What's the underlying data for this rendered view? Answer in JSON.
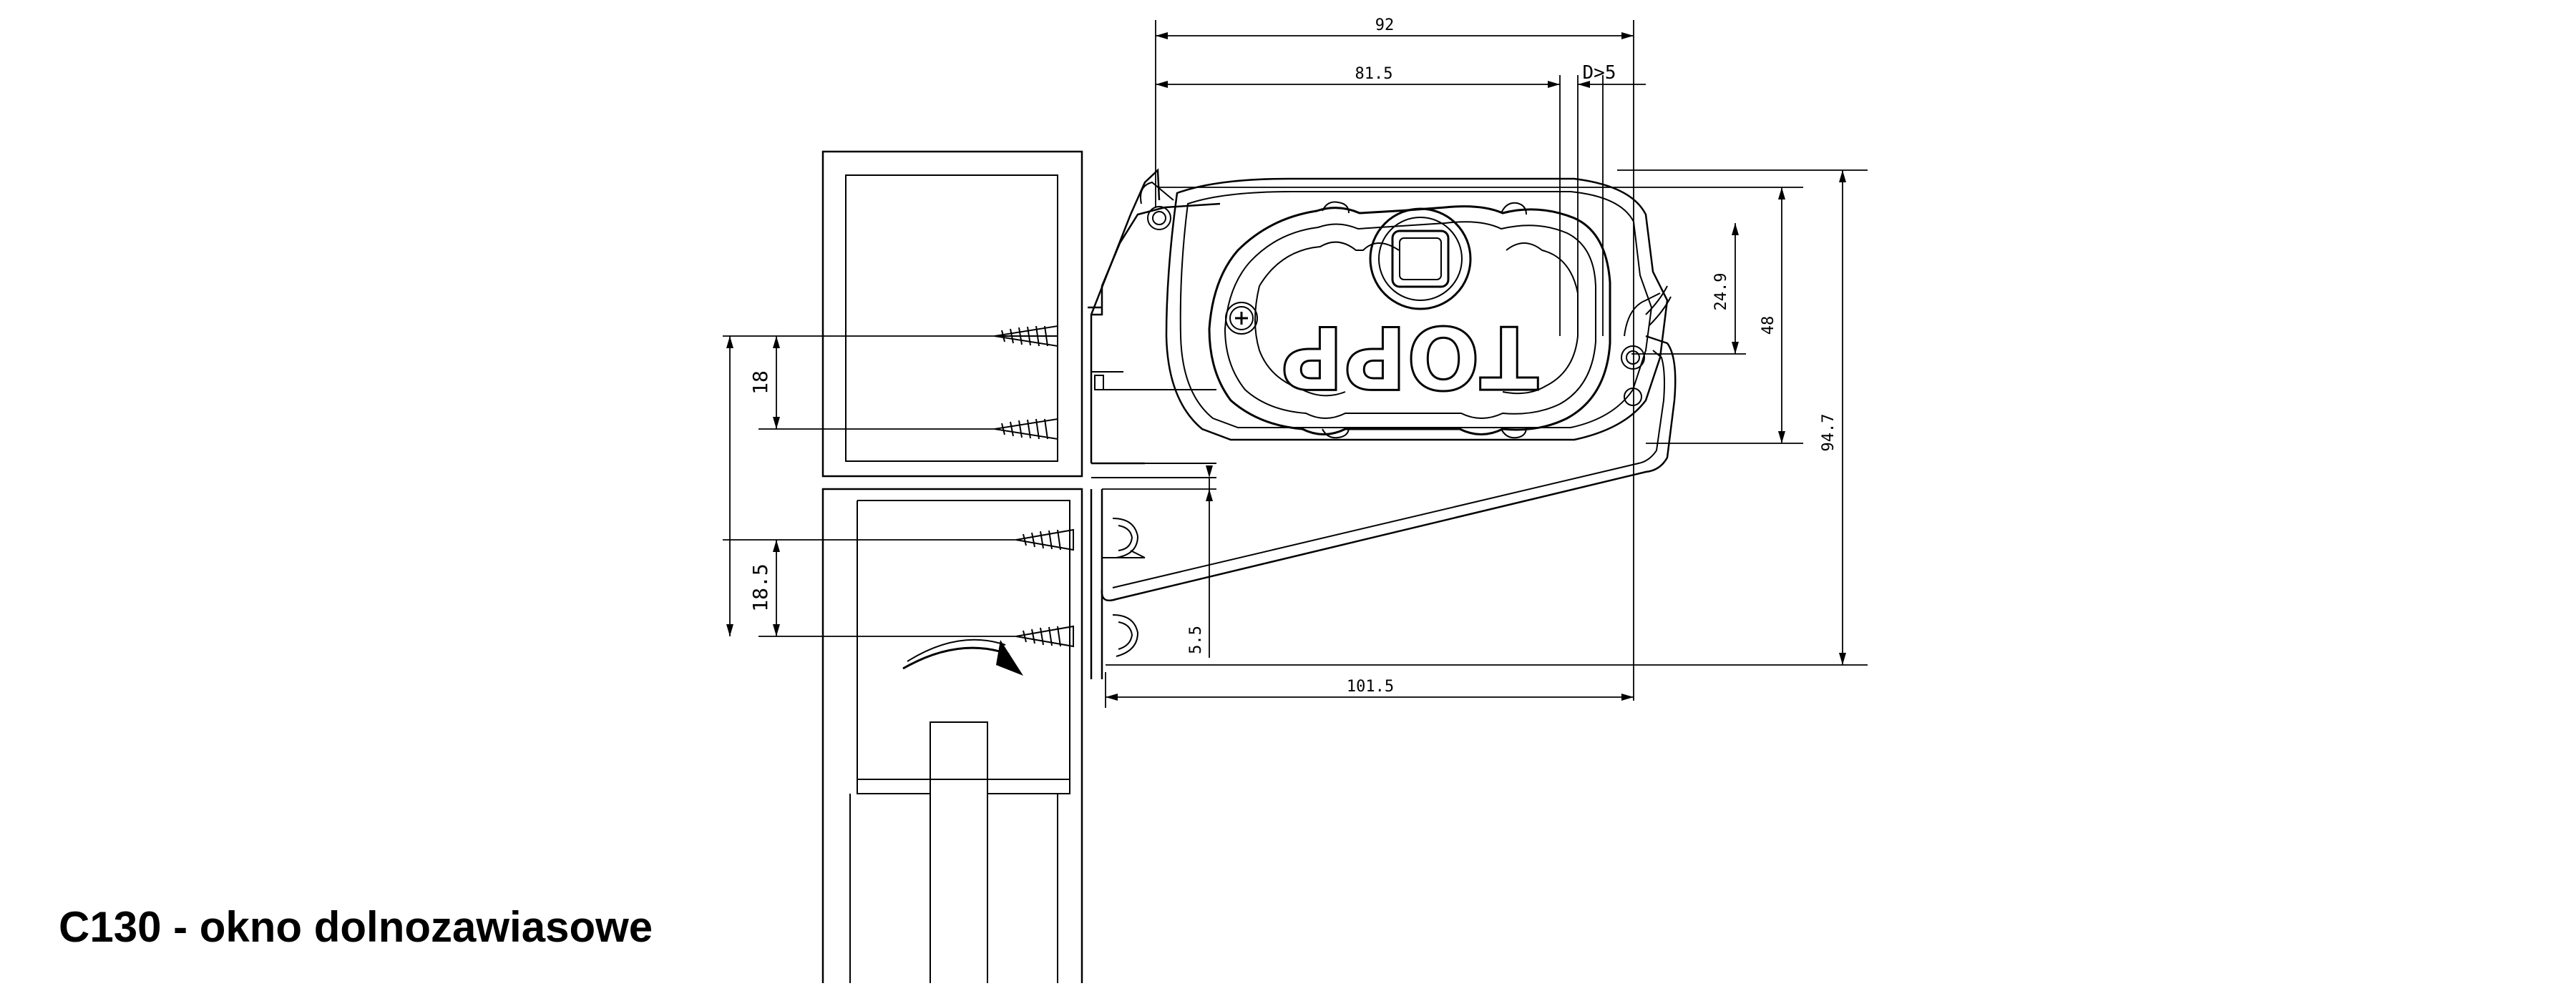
{
  "title": "C130 - okno dolnozawiasowe",
  "logo_text": "TOPP",
  "dimensions": {
    "d92": "92",
    "d81_5": "81.5",
    "dD5": "D>5",
    "d24_9": "24.9",
    "d48": "48",
    "d94_7": "94.7",
    "d18": "18",
    "d18_5": "18.5",
    "d5_5": "5.5",
    "d101_5": "101.5"
  },
  "colors": {
    "line": "#000000",
    "background": "#ffffff"
  }
}
